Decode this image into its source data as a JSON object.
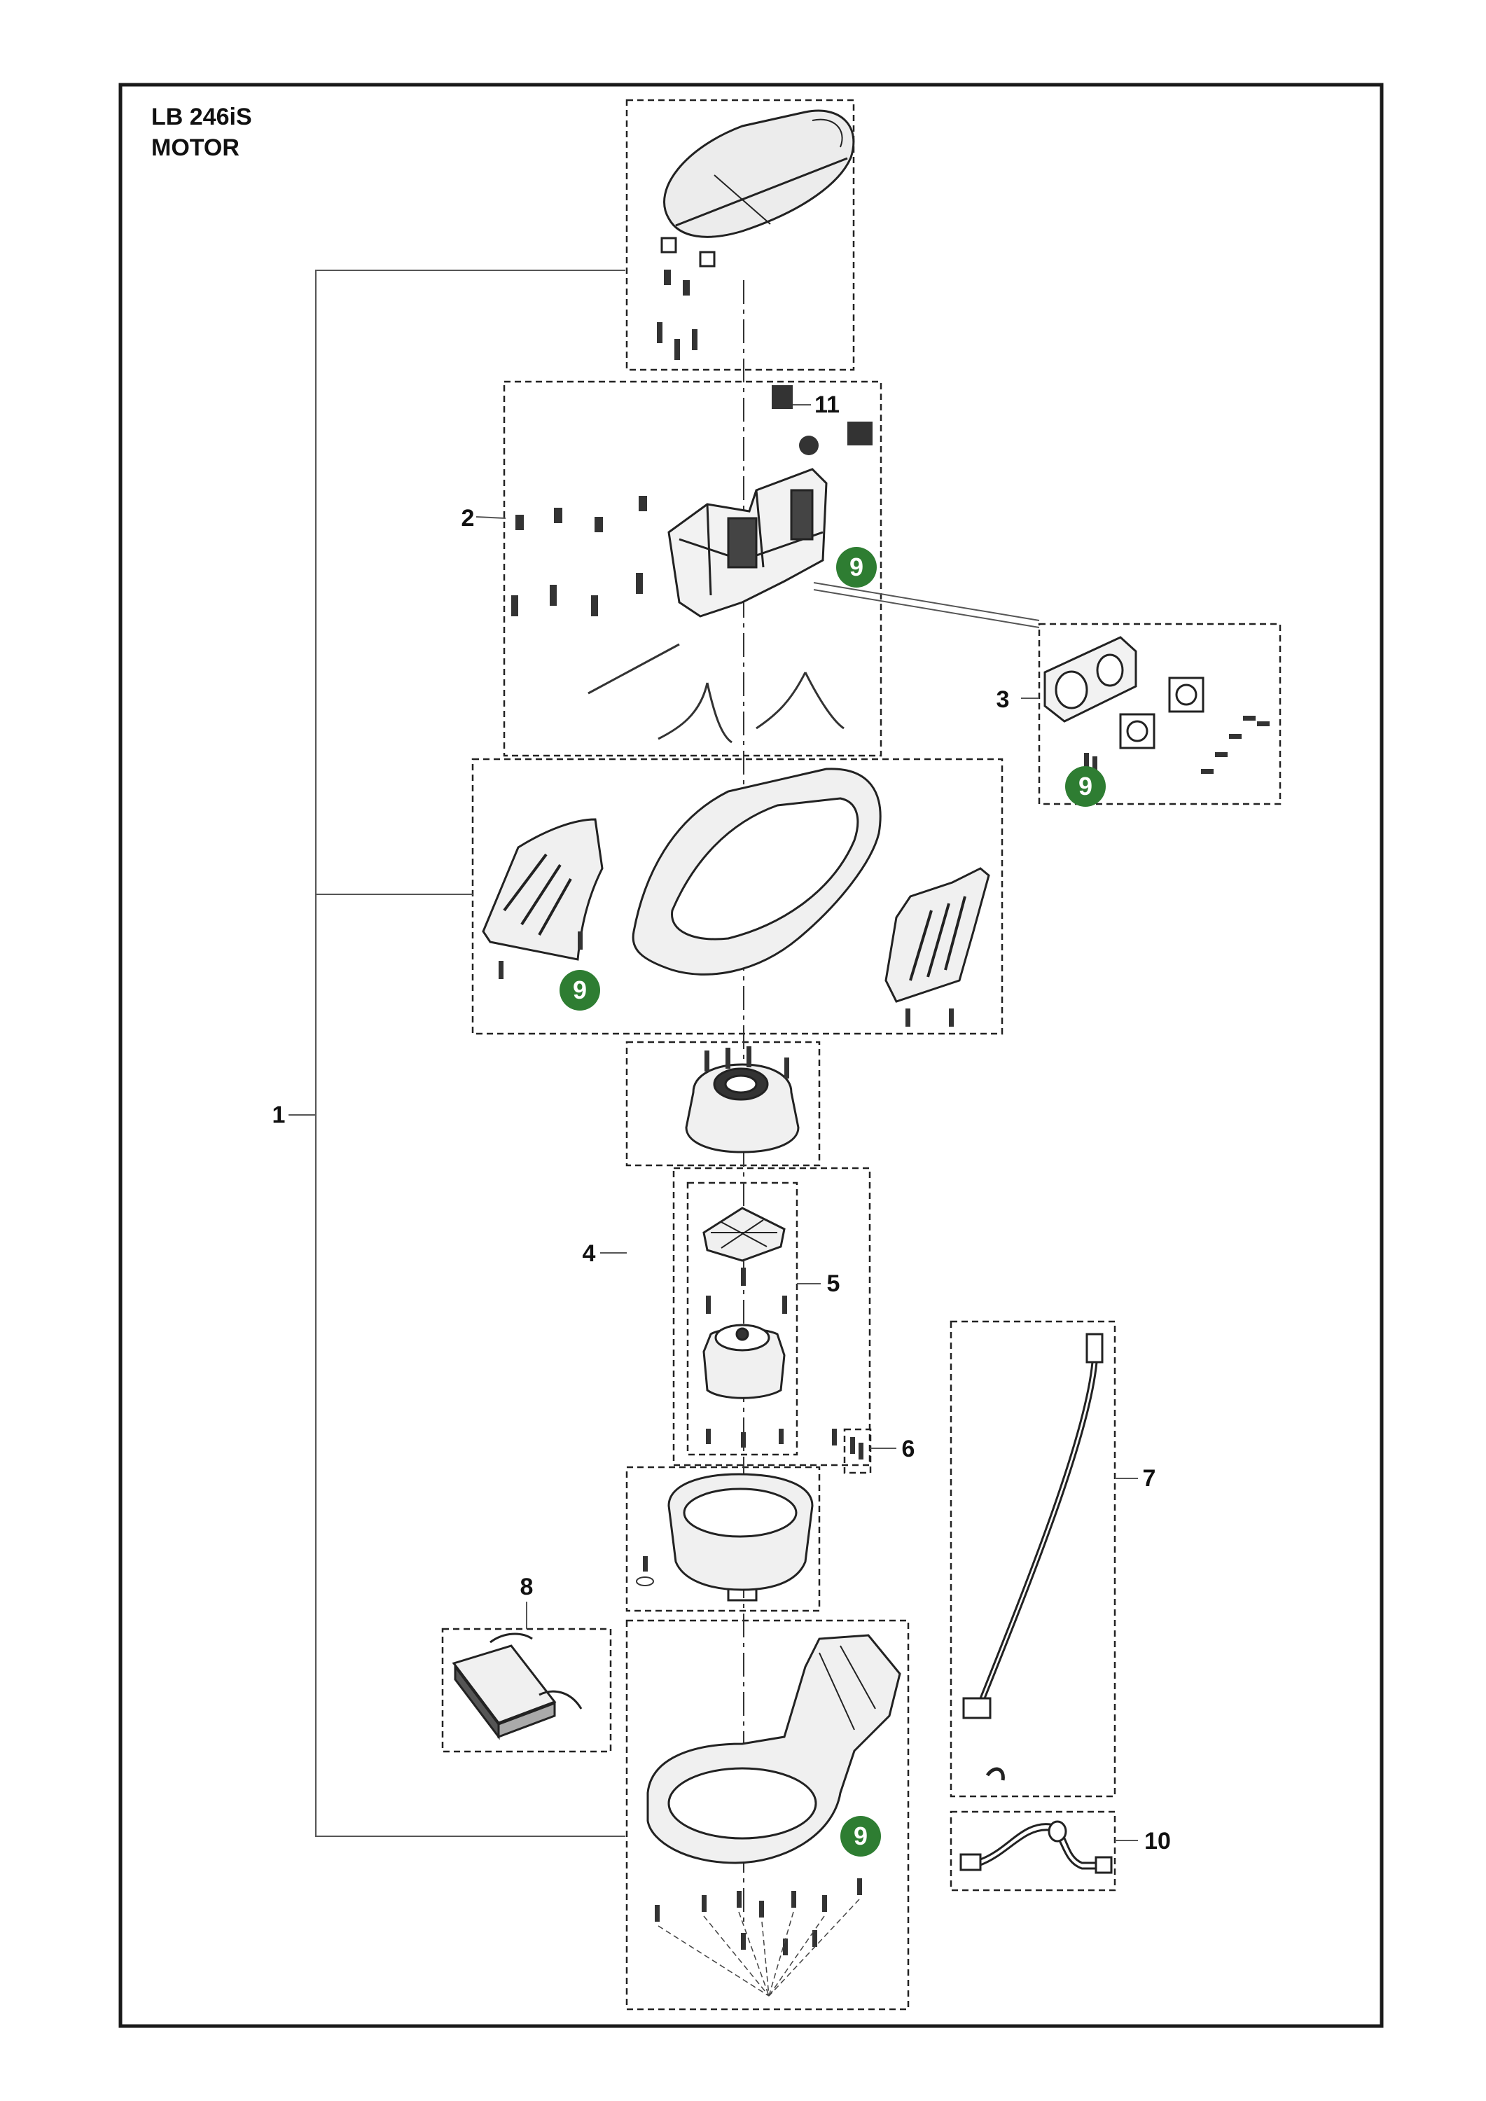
{
  "title": {
    "model": "LB 246iS",
    "section": "MOTOR"
  },
  "callouts": {
    "c1": "1",
    "c2": "2",
    "c3": "3",
    "c4": "4",
    "c5": "5",
    "c6": "6",
    "c7": "7",
    "c8": "8",
    "c10": "10",
    "c11": "11"
  },
  "badges": {
    "b_battery": "9",
    "b_fan": "9",
    "b_cover": "9",
    "b_housing": "9"
  },
  "colors": {
    "badge": "#2e7d32",
    "line": "#222222"
  }
}
